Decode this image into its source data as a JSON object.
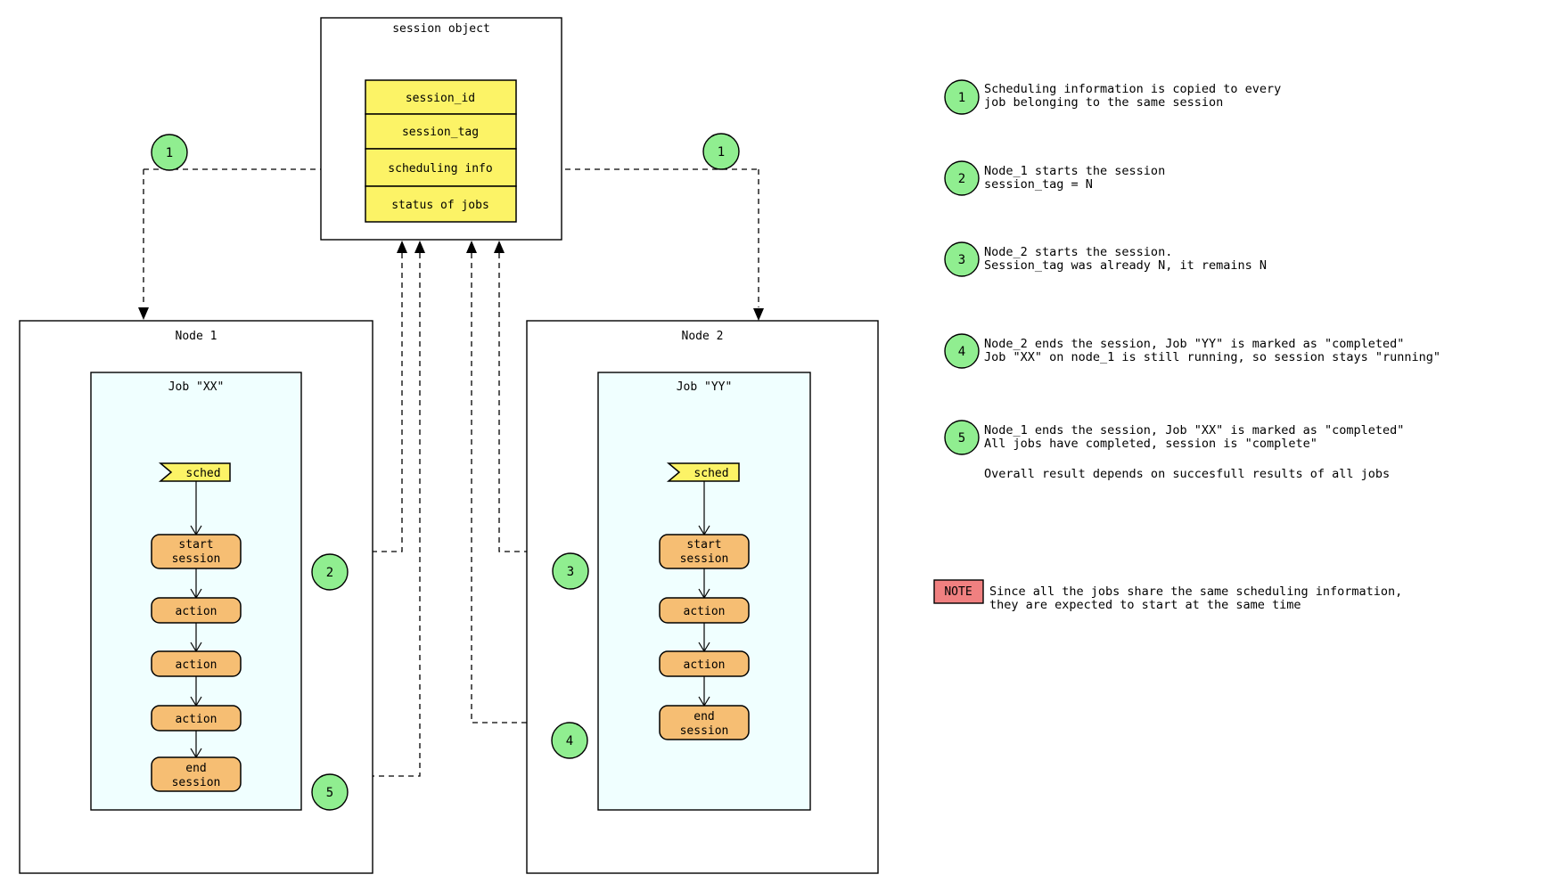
{
  "diagram": {
    "session": {
      "title": "session object",
      "rows": [
        "session_id",
        "session_tag",
        "scheduling info",
        "status of jobs"
      ]
    },
    "node1": {
      "title": "Node 1",
      "job_title": "Job \"XX\"",
      "flag": "sched",
      "start_line1": "start",
      "start_line2": "session",
      "actions": [
        "action",
        "action",
        "action"
      ],
      "end_line1": "end",
      "end_line2": "session"
    },
    "node2": {
      "title": "Node 2",
      "job_title": "Job \"YY\"",
      "flag": "sched",
      "start_line1": "start",
      "start_line2": "session",
      "actions": [
        "action",
        "action"
      ],
      "end_line1": "end",
      "end_line2": "session"
    },
    "badges": {
      "b1": "1",
      "b2": "2",
      "b3": "3",
      "b4": "4",
      "b5": "5"
    }
  },
  "annotations": [
    {
      "num": "1",
      "line1": "Scheduling information is copied to every",
      "line2": "job belonging to the same session"
    },
    {
      "num": "2",
      "line1": "Node_1 starts the session",
      "line2": "session_tag = N"
    },
    {
      "num": "3",
      "line1": "Node_2 starts the session.",
      "line2": "Session_tag was already N, it remains N"
    },
    {
      "num": "4",
      "line1": "Node_2 ends the session, Job \"YY\" is marked as \"completed\"",
      "line2": "Job \"XX\" on node_1 is still running, so session stays \"running\""
    },
    {
      "num": "5",
      "line1": "Node_1 ends the session, Job \"XX\" is marked as \"completed\"",
      "line2": "All jobs have completed, session is \"complete\""
    }
  ],
  "footnote": "Overall result depends on succesfull results of all jobs",
  "note": {
    "label": "NOTE",
    "line1": "Since all the jobs share the same scheduling information,",
    "line2": "they are expected to start at the same time"
  },
  "colors": {
    "row_yellow": "#FCF366",
    "step_orange": "#F6BE73",
    "badge_green": "#90EE90",
    "job_azure": "#F0FFFF",
    "note_coral": "#F08080"
  }
}
